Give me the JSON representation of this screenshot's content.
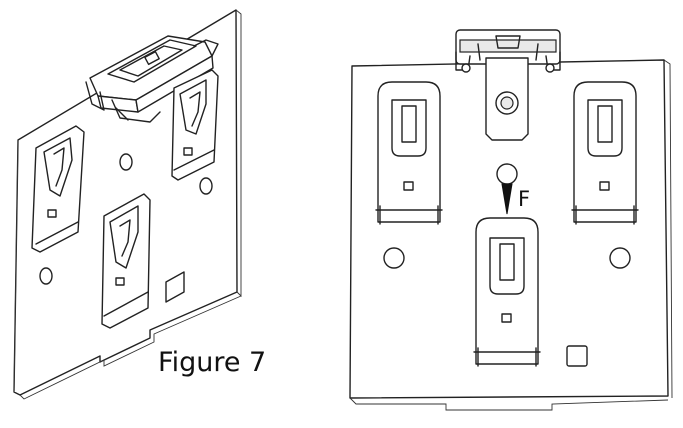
{
  "figure": {
    "caption": "Figure 7",
    "force_label": "F"
  },
  "views": [
    {
      "id": "isometric",
      "description_name": "isometric-view"
    },
    {
      "id": "front",
      "description_name": "front-view"
    }
  ],
  "colors": {
    "line": "#222222",
    "background": "#ffffff",
    "shade": "#e9e9e9"
  }
}
